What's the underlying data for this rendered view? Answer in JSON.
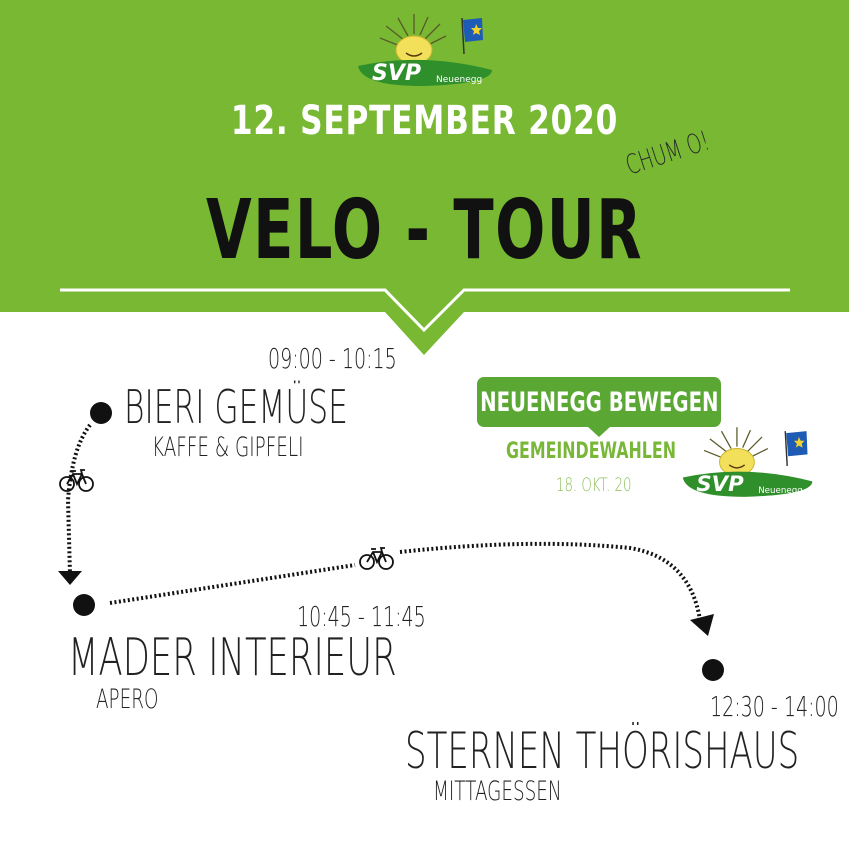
{
  "logo": {
    "brand": "SVP",
    "place": "Neuenegg"
  },
  "header": {
    "date": "12. SEPTEMBER 2020",
    "title": "VELO - TOUR",
    "slogan": "CHUM O!"
  },
  "campaign": {
    "headline": "NEUENEGG BEWEGEN",
    "subline": "GEMEINDEWAHLEN",
    "date": "18. OKT. 20"
  },
  "stops": [
    {
      "time": "09:00 - 10:15",
      "name": "BIERI GEMÜSE",
      "detail": "KAFFE & GIPFELI"
    },
    {
      "time": "10:45 - 11:45",
      "name": "MADER INTERIEUR",
      "detail": "APERO"
    },
    {
      "time": "12:30 - 14:00",
      "name": "STERNEN THÖRISHAUS",
      "detail": "MITTAGESSEN"
    }
  ],
  "colors": {
    "green": "#78b832",
    "dark_green": "#5aa734",
    "logo_green": "#2f8f2b",
    "sun": "#f3e05a"
  },
  "icons": [
    "bicycle-icon",
    "sun-icon",
    "flag-icon"
  ]
}
